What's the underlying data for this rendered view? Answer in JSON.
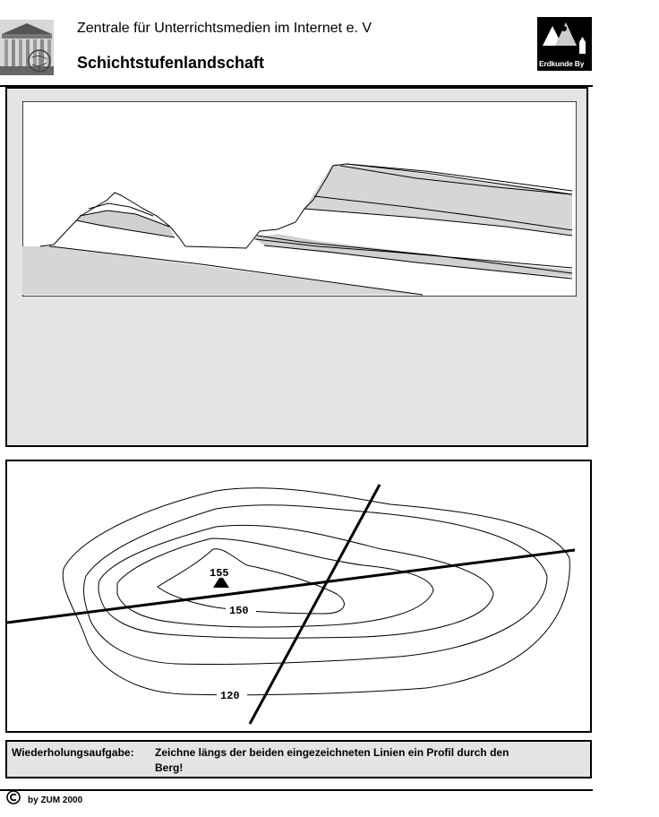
{
  "header": {
    "org_name": "Zentrale für Unterrichtsmedien im Internet e. V",
    "title": "Schichtstufenlandschaft",
    "right_logo_text": "Erdkunde By"
  },
  "map": {
    "contour_labels": [
      "155",
      "150",
      "120"
    ]
  },
  "task": {
    "label": "Wiederholungsaufgabe:",
    "line1": "Zeichne längs der beiden eingezeichneten Linien ein Profil durch den",
    "line2": "Berg!"
  },
  "footer": {
    "text": "by ZUM  2000"
  },
  "icons": [
    "parthenon-logo-icon",
    "mountains-logo-icon",
    "copyright-icon"
  ]
}
